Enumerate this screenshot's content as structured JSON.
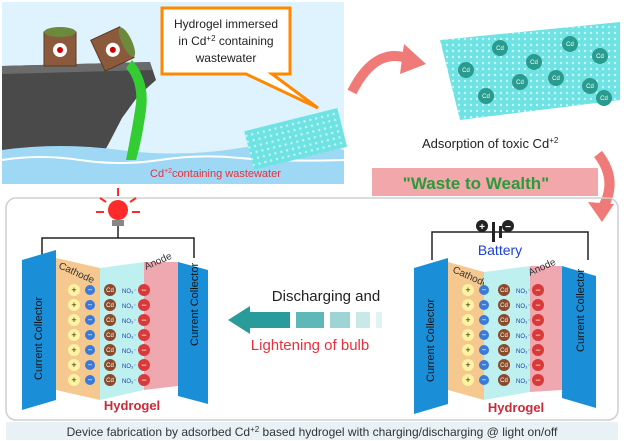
{
  "speech_bubble": {
    "line1": "Hydrogel immersed",
    "line2_pre": "in Cd",
    "line2_sup": "+2",
    "line2_post": " containing",
    "line3": "wastewater"
  },
  "wastewater_label": {
    "pre": "Cd",
    "sup": "+2",
    "post": "containing wastewater"
  },
  "adsorption_label": {
    "pre": "Adsorption of toxic Cd",
    "sup": "+2"
  },
  "banner": "\"Waste to Wealth\"",
  "battery_label": "Battery",
  "battery_plus": "+",
  "battery_minus": "−",
  "collector_label": "Current Collector",
  "cathode_label": "Cathode",
  "anode_label": "Anode",
  "hydrogel_label": "Hydrogel",
  "ion_cd": "Cd",
  "ion_no3": "NO₃⁻",
  "ion_plus": "+",
  "ion_minus": "−",
  "discharge_line1": "Discharging and",
  "discharge_line2": "Lightening of bulb",
  "footer": {
    "pre": "Device fabrication by adsorbed Cd",
    "sup": "+2",
    "post": " based hydrogel with charging/discharging @ light on/off"
  },
  "colors": {
    "cyan_gel": "#6fe3e3",
    "collector_blue": "#1a8fd8",
    "cathode_orange": "#f5c890",
    "anode_pink": "#f0a8b0",
    "red_text": "#e8303a",
    "green_waste": "#33cc33",
    "arrow_teal": "#2a9b9b",
    "curved_arrow": "#f07a78"
  }
}
